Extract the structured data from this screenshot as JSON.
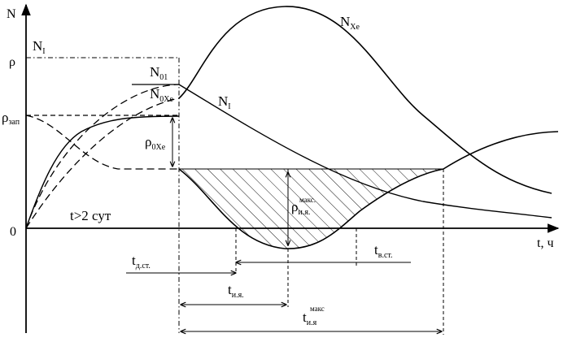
{
  "axes": {
    "y_axis": "N",
    "x_axis": "t, ч",
    "origin": "0",
    "rho": "ρ",
    "rho_zap": {
      "main": "ρ",
      "sub": "зап"
    }
  },
  "labels": {
    "n_i_top": {
      "main": "N",
      "sub": "I"
    },
    "n_01": {
      "main": "N",
      "sub": "01"
    },
    "n_0xe": {
      "main": "N",
      "sub": "0Xe"
    },
    "n_i_curve": {
      "main": "N",
      "sub": "I"
    },
    "n_xe": {
      "main": "N",
      "sub": "Xe"
    },
    "rho_0xe": {
      "main": "ρ",
      "sub": "0Xe"
    },
    "rho_iya_max": {
      "main": "ρ",
      "sub": "и.я.",
      "sup": "макс."
    },
    "t_gt_2_days": "t>2 сут"
  },
  "intervals": {
    "t_ds": {
      "main": "t",
      "sub": "д.ст."
    },
    "t_vs": {
      "main": "t",
      "sub": "в.ст."
    },
    "t_iya": {
      "main": "t",
      "sub": "и.я."
    },
    "t_iya_max": {
      "main": "t",
      "sub": "и.я",
      "sup": "макс"
    }
  },
  "colors": {
    "ink": "#000000",
    "background": "#ffffff"
  }
}
